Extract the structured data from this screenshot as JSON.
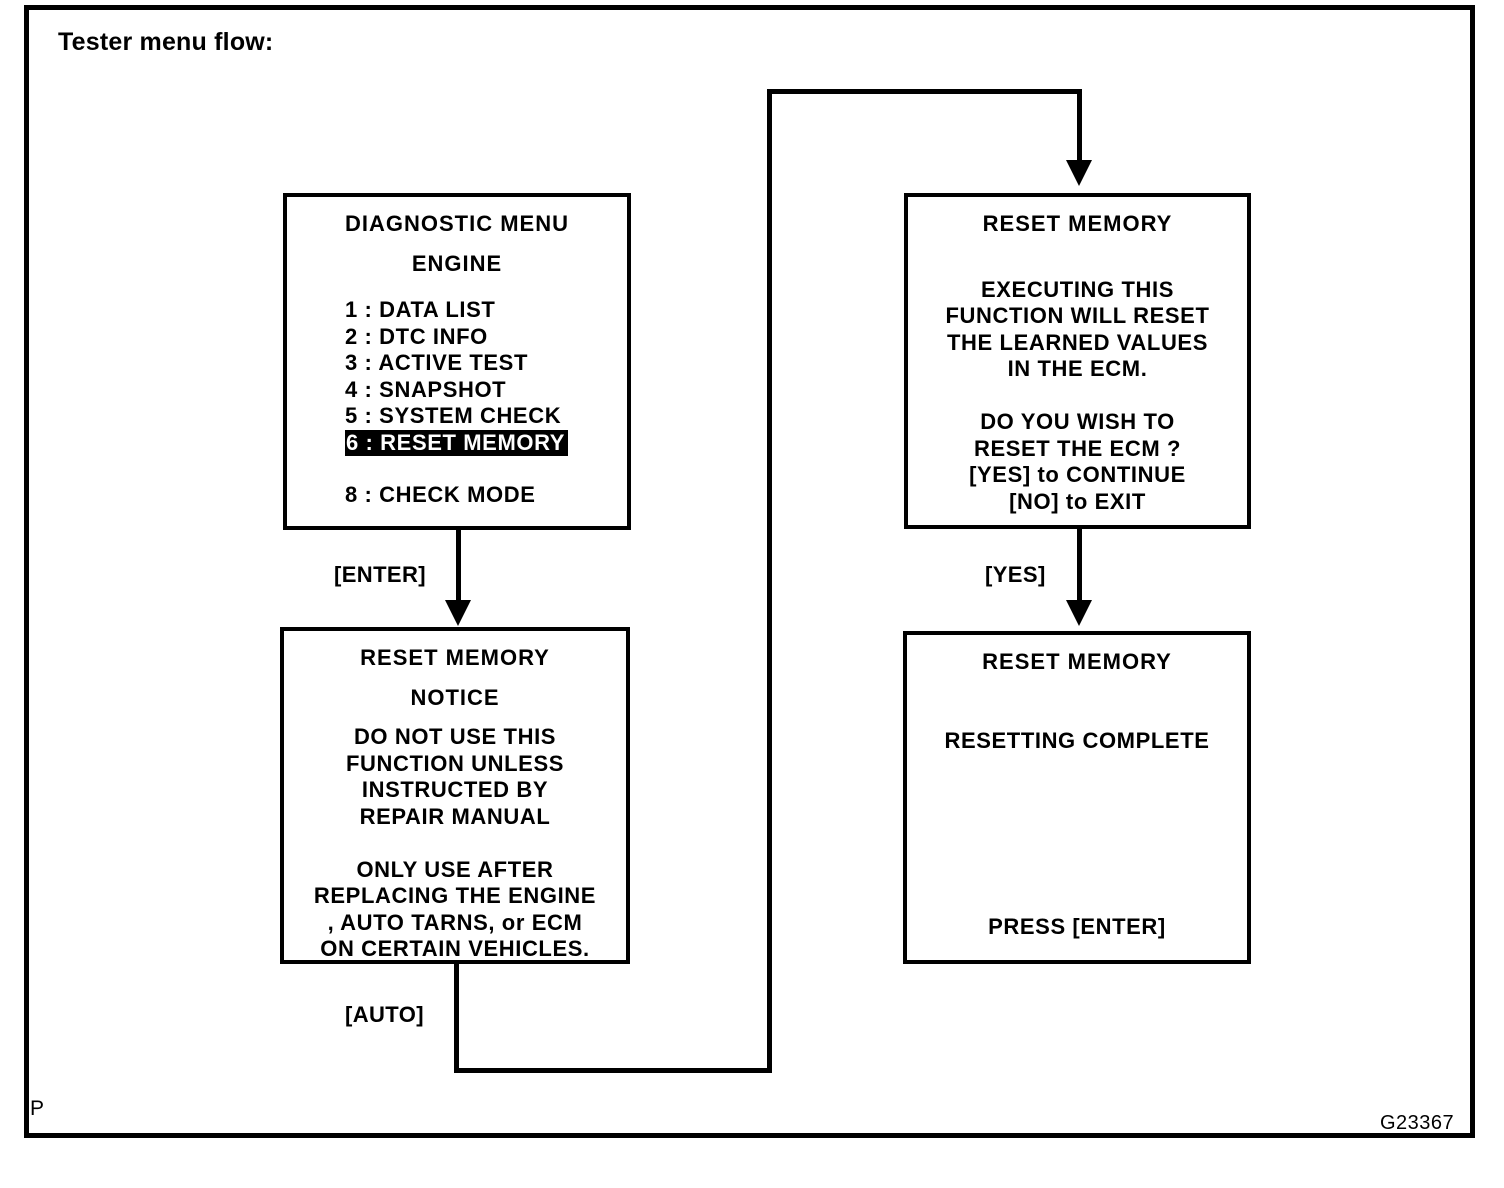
{
  "page": {
    "title": "Tester menu flow:",
    "figure_code": "G23367",
    "corner_mark": "P"
  },
  "boxes": {
    "diagnostic_menu": {
      "title_line1": "DIAGNOSTIC  MENU",
      "title_line2": "ENGINE",
      "items": [
        {
          "label": "1 :  DATA  LIST",
          "selected": false
        },
        {
          "label": "2 :  DTC  INFO",
          "selected": false
        },
        {
          "label": "3 :  ACTIVE TEST",
          "selected": false
        },
        {
          "label": "4 :  SNAPSHOT",
          "selected": false
        },
        {
          "label": "5 :  SYSTEM  CHECK",
          "selected": false
        },
        {
          "label": "6 :  RESET  MEMORY",
          "selected": true
        },
        {
          "label": "8 :  CHECK  MODE",
          "selected": false
        }
      ]
    },
    "reset_notice": {
      "title_line1": "RESET MEMORY",
      "title_line2": "NOTICE",
      "body": [
        "DO NOT USE THIS",
        "FUNCTION UNLESS",
        "INSTRUCTED  BY",
        "REPAIR MANUAL"
      ],
      "body2": [
        "ONLY USE AFTER",
        "REPLACING  THE  ENGINE",
        ", AUTO TARNS, or ECM",
        "ON CERTAIN VEHICLES."
      ]
    },
    "reset_confirm": {
      "title": "RESET  MEMORY",
      "body": [
        "EXECUTING THIS",
        "FUNCTION WILL RESET",
        "THE LEARNED VALUES",
        "IN THE ECM."
      ],
      "body2": [
        "DO YOU WISH TO",
        "RESET THE ECM ?",
        "[YES] to CONTINUE",
        "[NO] to  EXIT"
      ]
    },
    "reset_complete": {
      "title": "RESET  MEMORY",
      "message": "RESETTING  COMPLETE",
      "prompt": "PRESS  [ENTER]"
    }
  },
  "edges": [
    {
      "label": "[ENTER]"
    },
    {
      "label": "[AUTO]"
    },
    {
      "label": "[YES]"
    }
  ]
}
